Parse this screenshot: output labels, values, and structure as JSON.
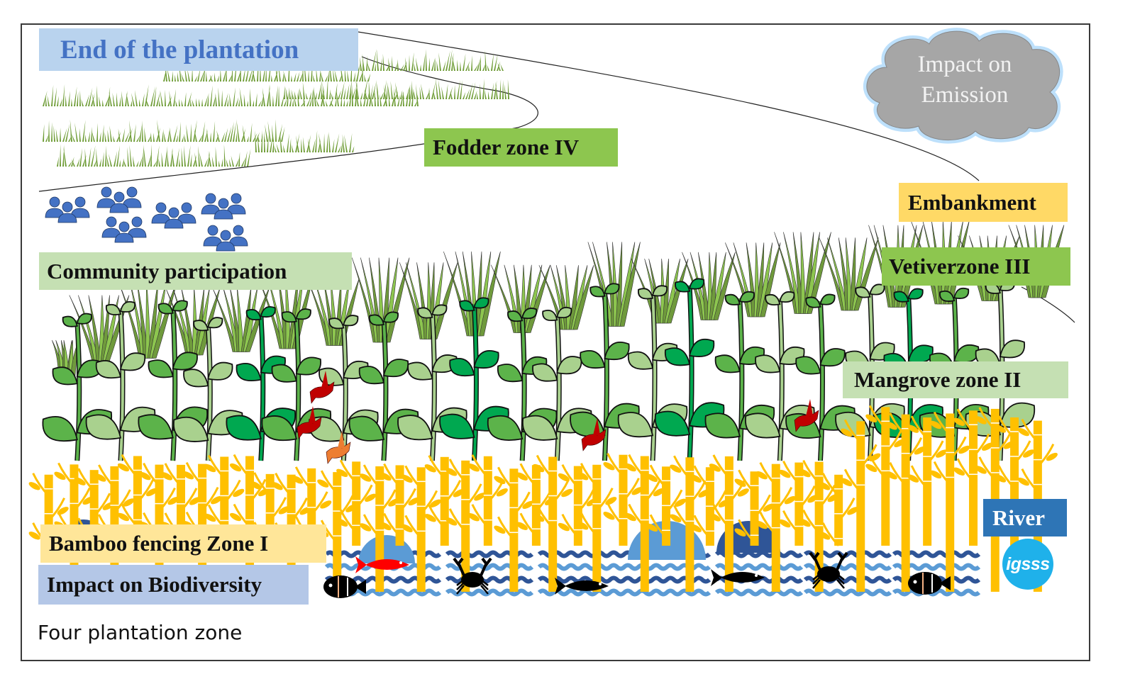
{
  "diagram": {
    "caption": "Four plantation zone",
    "labels": {
      "end_of_plantation": "End of  the plantation",
      "fodder_zone": "Fodder zone IV",
      "community_participation": "Community participation",
      "embankment": "Embankment",
      "vetiver_zone": "Vetiverzone III",
      "mangrove_zone": "Mangrove zone II",
      "river": "River",
      "bamboo_zone": "Bamboo fencing Zone I",
      "impact_biodiversity": "Impact on Biodiversity"
    },
    "cloud": {
      "line1": "Impact on",
      "line2": "Emission"
    },
    "logo": "igsss",
    "zones": [
      {
        "id": "I",
        "name": "Bamboo fencing",
        "color": "#ffc000"
      },
      {
        "id": "II",
        "name": "Mangrove",
        "color": "#00b050"
      },
      {
        "id": "III",
        "name": "Vetiver",
        "color": "#70ad47"
      },
      {
        "id": "IV",
        "name": "Fodder",
        "color": "#70ad47"
      }
    ],
    "colors": {
      "bamboo": "#ffc000",
      "mangrove_dark": "#00a850",
      "mangrove_mid": "#5cb34a",
      "mangrove_light": "#a9d18e",
      "vetiver_dark": "#6f9a3c",
      "vetiver_light": "#8dc64f",
      "fodder": "#6d9b34",
      "people": "#4472c4",
      "water_dark": "#2f5597",
      "water_light": "#5b9bd5",
      "bird_red": "#c00000",
      "bird_orange": "#ed7d31",
      "cloud": "#a6a6a6"
    },
    "icons": {
      "people_groups": 6,
      "birds": [
        "red",
        "red",
        "orange",
        "red",
        "red"
      ],
      "creatures": [
        "clownfish",
        "red-fish",
        "crab",
        "fish",
        "fish",
        "crab",
        "clownfish"
      ]
    }
  }
}
